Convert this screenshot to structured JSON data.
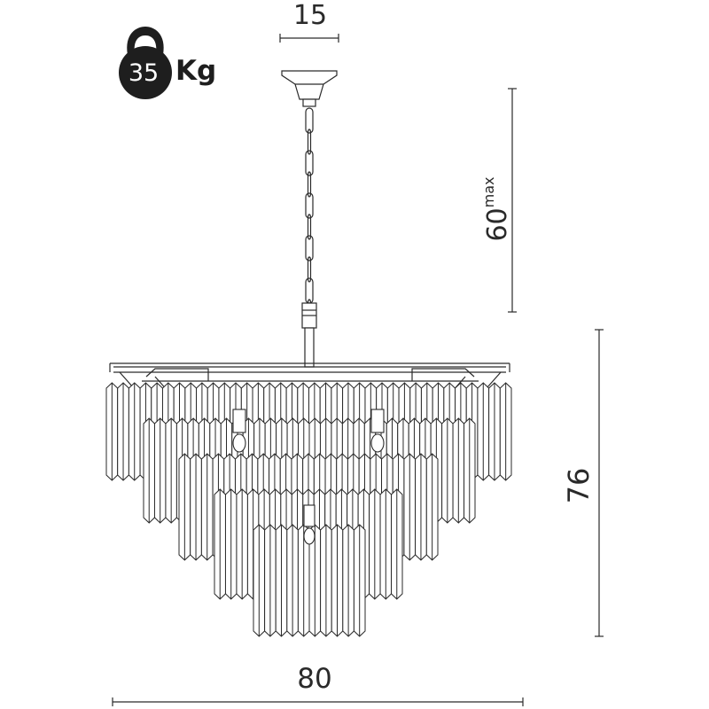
{
  "weight": {
    "value": "35",
    "unit": "Kg",
    "icon": "kettlebell-icon"
  },
  "dimensions": {
    "canopy_width": "15",
    "chain_drop": "60",
    "chain_drop_suffix": "max",
    "height": "76",
    "width": "80"
  },
  "colors": {
    "line": "#2a2a2a",
    "icon_fill": "#1e1e1e"
  }
}
